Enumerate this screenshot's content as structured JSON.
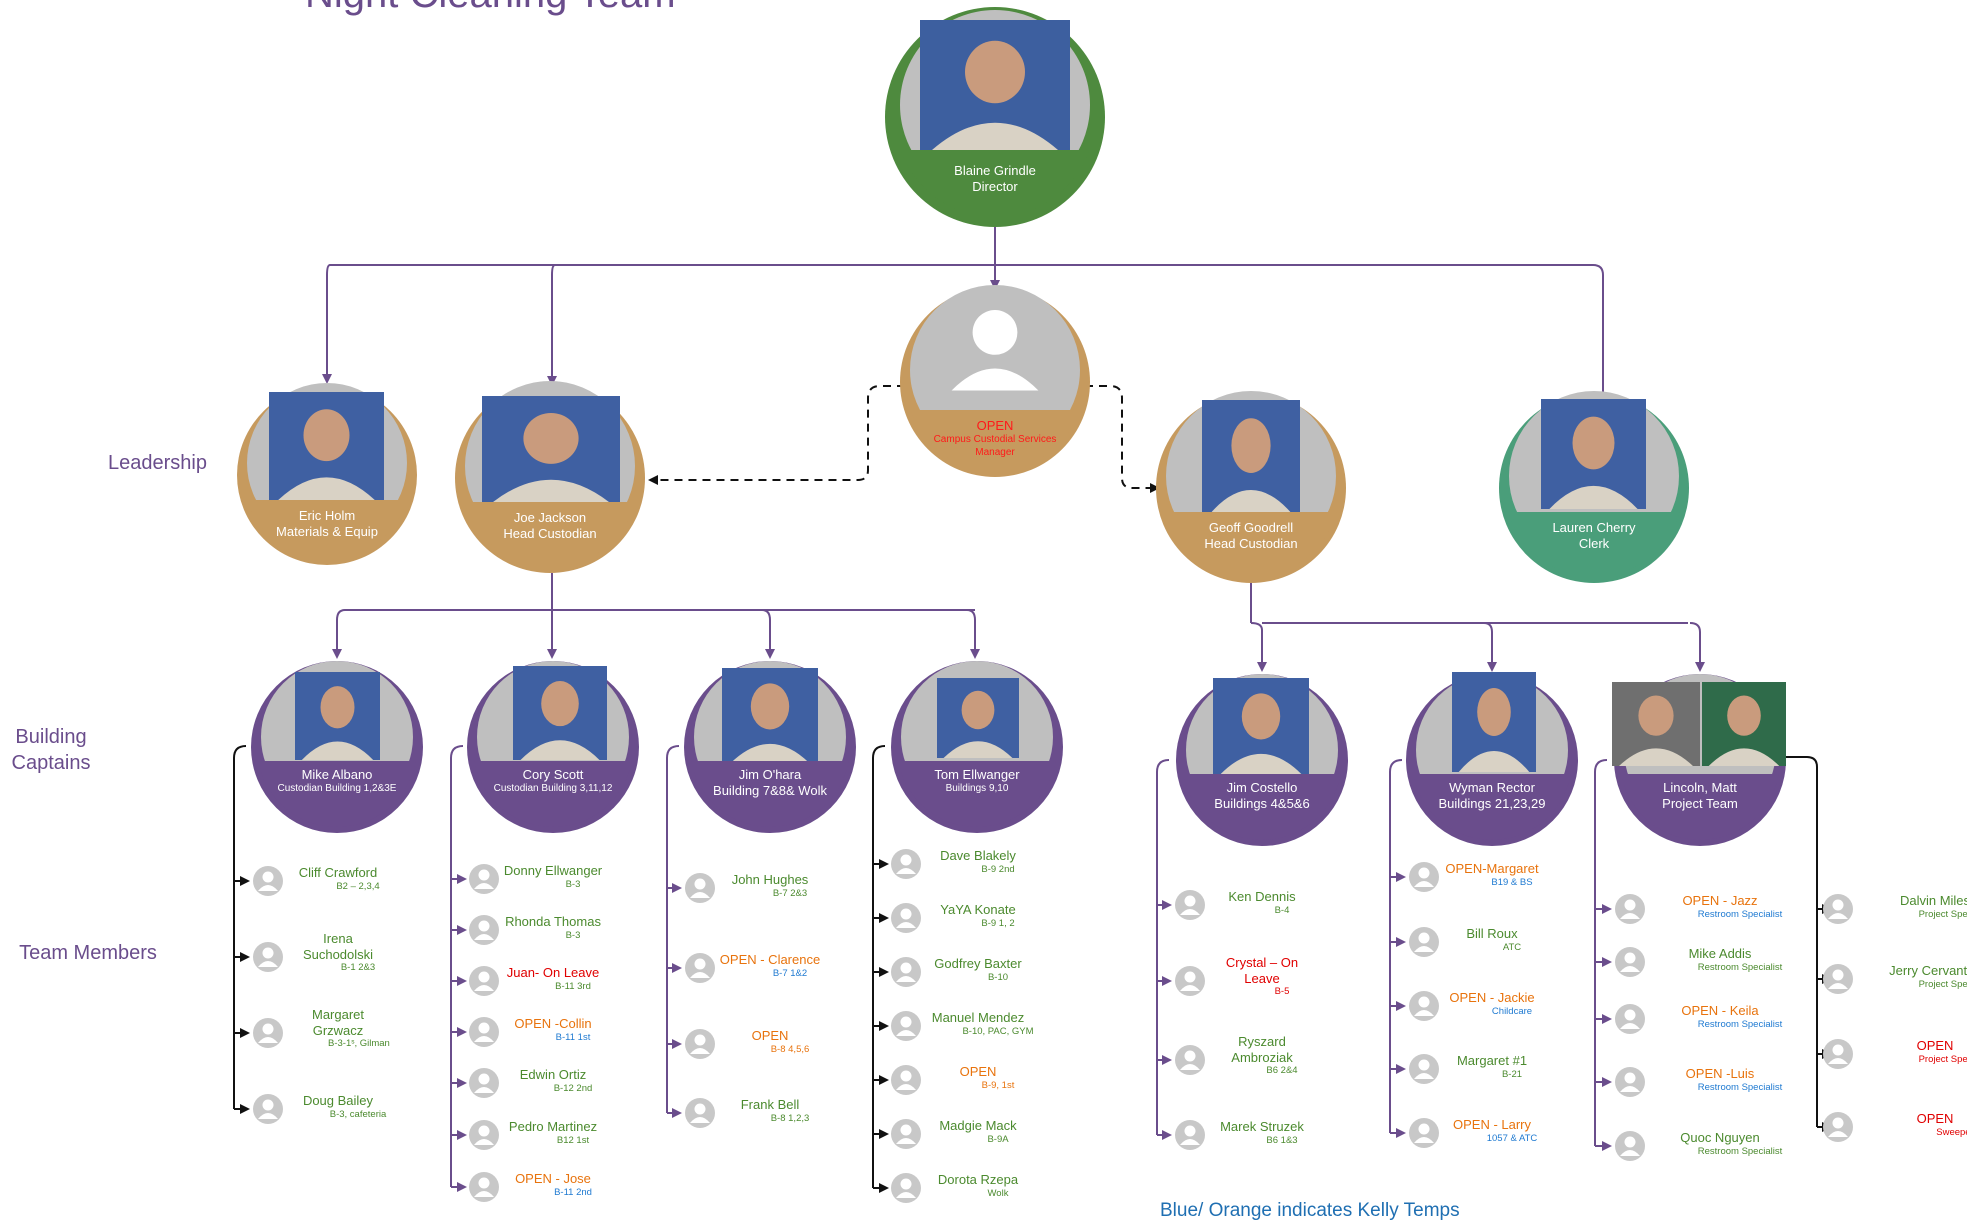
{
  "title": "Night Cleaning Team",
  "side_labels": {
    "leadership": "Leadership",
    "captains": "Building Captains",
    "members": "Team Members"
  },
  "legend": "Blue/ Orange indicates Kelly Temps",
  "colors": {
    "line": "#6a4d8c",
    "director_ring": "#4e8a3e",
    "leadership_ring": "#c69a5e",
    "clerk_ring": "#4a9e7a",
    "captain_ring": "#6a4d8c",
    "placeholder": "#bfbfbf"
  },
  "director": {
    "name": "Blaine Grindle",
    "role": "Director"
  },
  "leaders": [
    {
      "key": "eric",
      "name": "Eric Holm",
      "role": "Materials & Equip"
    },
    {
      "key": "joe",
      "name": "Joe Jackson",
      "role": "Head Custodian"
    },
    {
      "key": "open",
      "name": "OPEN",
      "role": "Campus Custodial Services Manager"
    },
    {
      "key": "geoff",
      "name": "Geoff Goodrell",
      "role": "Head Custodian"
    },
    {
      "key": "lauren",
      "name": "Lauren Cherry",
      "role": "Clerk"
    }
  ],
  "captains": [
    {
      "key": "mike",
      "name": "Mike Albano",
      "role": "Custodian Building 1,2&3E"
    },
    {
      "key": "cory",
      "name": "Cory Scott",
      "role": "Custodian Building 3,11,12"
    },
    {
      "key": "jim_o",
      "name": "Jim O'hara",
      "role": "Building 7&8& Wolk"
    },
    {
      "key": "tom",
      "name": "Tom Ellwanger",
      "role": "Buildings 9,10"
    },
    {
      "key": "jim_c",
      "name": "Jim Costello",
      "role": "Buildings 4&5&6"
    },
    {
      "key": "wyman",
      "name": "Wyman Rector",
      "role": "Buildings 21,23,29"
    },
    {
      "key": "lincoln",
      "name": "Lincoln, Matt",
      "role": "Project Team"
    }
  ],
  "members": {
    "mike": [
      {
        "name": "Cliff Crawford",
        "sub": "B2 – 2,3,4",
        "nc": "green",
        "sc": "green"
      },
      {
        "name": "Irena Suchodolski",
        "sub": "B-1  2&3",
        "nc": "green",
        "sc": "green"
      },
      {
        "name": "Margaret Grzwacz",
        "sub": "B-3-1ˢ, Gilman",
        "nc": "green",
        "sc": "green"
      },
      {
        "name": "Doug Bailey",
        "sub": "B-3, cafeteria",
        "nc": "green",
        "sc": "green"
      }
    ],
    "cory": [
      {
        "name": "Donny Ellwanger",
        "sub": "B-3",
        "nc": "green",
        "sc": "green"
      },
      {
        "name": "Rhonda Thomas",
        "sub": "B-3",
        "nc": "green",
        "sc": "green"
      },
      {
        "name": "Juan- On Leave",
        "sub": "B-11 3rd",
        "nc": "red",
        "sc": "green"
      },
      {
        "name": "OPEN -Collin",
        "sub": "B-11  1st",
        "nc": "orange",
        "sc": "blue"
      },
      {
        "name": "Edwin Ortiz",
        "sub": "B-12   2nd",
        "nc": "green",
        "sc": "green"
      },
      {
        "name": "Pedro Martinez",
        "sub": "B12  1st",
        "nc": "green",
        "sc": "green"
      },
      {
        "name": "OPEN - Jose",
        "sub": "B-11   2nd",
        "nc": "orange",
        "sc": "blue"
      }
    ],
    "jim_o": [
      {
        "name": "John Hughes",
        "sub": "B-7 2&3",
        "nc": "green",
        "sc": "green"
      },
      {
        "name": "OPEN - Clarence",
        "sub": "B-7 1&2",
        "nc": "orange",
        "sc": "blue"
      },
      {
        "name": "OPEN",
        "sub": "B-8   4,5,6",
        "nc": "orange",
        "sc": "orange"
      },
      {
        "name": "Frank Bell",
        "sub": "B-8   1,2,3",
        "nc": "green",
        "sc": "green"
      }
    ],
    "tom": [
      {
        "name": "Dave Blakely",
        "sub": "B-9 2nd",
        "nc": "green",
        "sc": "green"
      },
      {
        "name": "YaYA Konate",
        "sub": "B-9   1, 2",
        "nc": "green",
        "sc": "green"
      },
      {
        "name": "Godfrey Baxter",
        "sub": "B-10",
        "nc": "green",
        "sc": "green"
      },
      {
        "name": "Manuel Mendez",
        "sub": "B-10, PAC, GYM",
        "nc": "green",
        "sc": "green"
      },
      {
        "name": "OPEN",
        "sub": "B-9, 1st",
        "nc": "orange",
        "sc": "orange"
      },
      {
        "name": "Madgie Mack",
        "sub": "B-9A",
        "nc": "green",
        "sc": "green"
      },
      {
        "name": "Dorota Rzepa",
        "sub": "Wolk",
        "nc": "green",
        "sc": "green"
      }
    ],
    "jim_c": [
      {
        "name": "Ken Dennis",
        "sub": "B-4",
        "nc": "green",
        "sc": "green"
      },
      {
        "name": "Crystal – On Leave",
        "sub": "B-5",
        "nc": "red",
        "sc": "red"
      },
      {
        "name": "Ryszard Ambroziak",
        "sub": "B6  2&4",
        "nc": "green",
        "sc": "green"
      },
      {
        "name": "Marek Struzek",
        "sub": "B6  1&3",
        "nc": "green",
        "sc": "green"
      }
    ],
    "wyman": [
      {
        "name": "OPEN-Margaret",
        "sub": "B19 & BS",
        "nc": "orange",
        "sc": "blue"
      },
      {
        "name": "Bill Roux",
        "sub": "ATC",
        "nc": "green",
        "sc": "green"
      },
      {
        "name": "OPEN - Jackie",
        "sub": "Childcare",
        "nc": "orange",
        "sc": "blue"
      },
      {
        "name": "Margaret #1",
        "sub": "B-21",
        "nc": "green",
        "sc": "green"
      },
      {
        "name": "OPEN - Larry",
        "sub": "1057 & ATC",
        "nc": "orange",
        "sc": "blue"
      }
    ],
    "lincoln_a": [
      {
        "name": "OPEN - Jazz",
        "sub": "Restroom Specialist",
        "nc": "orange",
        "sc": "blue"
      },
      {
        "name": "Mike Addis",
        "sub": "Restroom Specialist",
        "nc": "green",
        "sc": "green"
      },
      {
        "name": "OPEN - Keila",
        "sub": "Restroom Specialist",
        "nc": "orange",
        "sc": "blue"
      },
      {
        "name": "OPEN -Luis",
        "sub": "Restroom Specialist",
        "nc": "orange",
        "sc": "blue"
      },
      {
        "name": "Quoc Nguyen",
        "sub": "Restroom Specialist",
        "nc": "green",
        "sc": "green"
      }
    ],
    "lincoln_b": [
      {
        "name": "Dalvin Miles",
        "sub": "Project Specialist",
        "nc": "green",
        "sc": "green"
      },
      {
        "name": "Jerry Cervantes",
        "sub": "Project Specialist",
        "nc": "green",
        "sc": "green"
      },
      {
        "name": "OPEN",
        "sub": "Project Specialist",
        "nc": "red",
        "sc": "red"
      },
      {
        "name": "OPEN",
        "sub": "Sweeper",
        "nc": "red",
        "sc": "red"
      }
    ]
  }
}
